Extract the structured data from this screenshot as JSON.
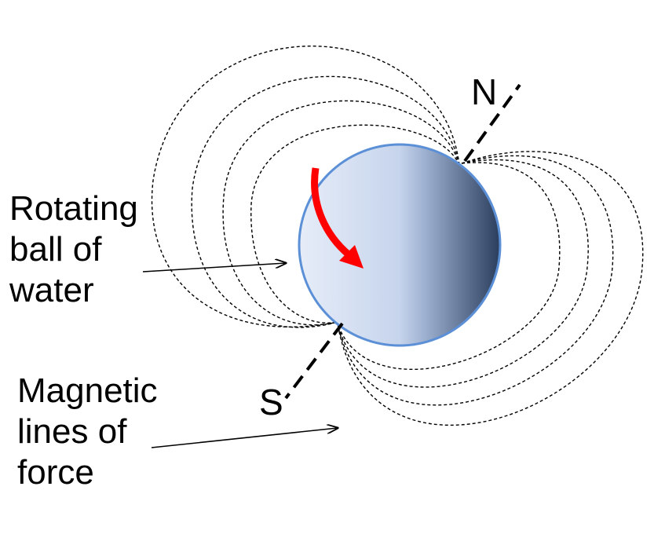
{
  "labels": {
    "ball": [
      "Rotating",
      "ball of",
      "water"
    ],
    "lines": [
      "Magnetic",
      "lines of",
      "force"
    ],
    "north": "N",
    "south": "S"
  },
  "colors": {
    "rotation_arrow": "#ff0000",
    "sphere_border": "#5b8fd6",
    "sphere_light": "#e6edf8",
    "sphere_dark": "#2b3d5c"
  }
}
